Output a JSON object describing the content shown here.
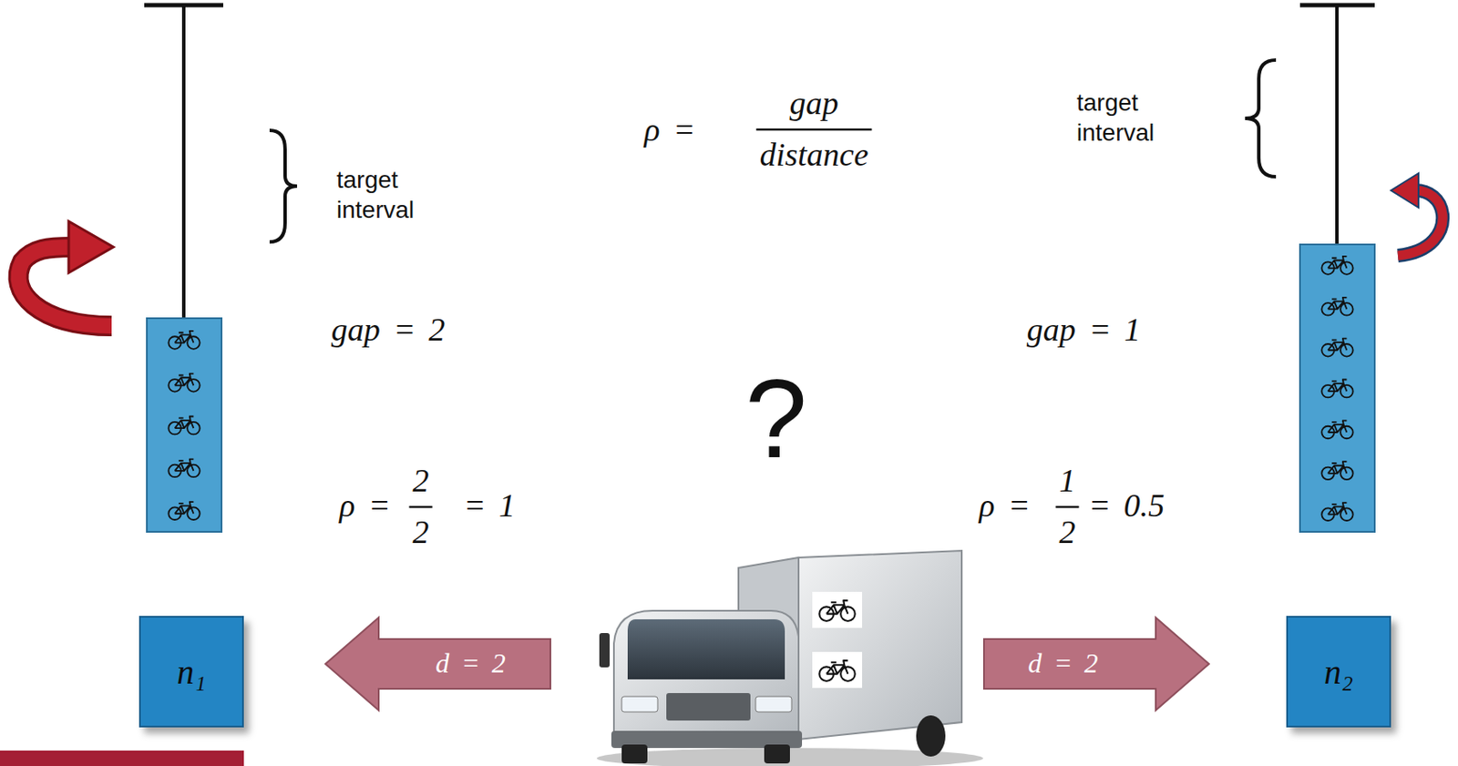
{
  "diagram": {
    "nodes": [
      {
        "text": [
          "n₁"
        ]
      },
      {
        "text": [
          "n₂"
        ]
      }
    ],
    "labels": [
      "ρ =",
      "gap",
      "distance",
      "target interval",
      "target interval",
      "gap = 2",
      "gap = 1",
      "?",
      "ρ =",
      "2",
      "2",
      "= 1",
      "ρ =",
      "1",
      "2",
      "= 0.5",
      "d = 2",
      "d = 2"
    ]
  }
}
